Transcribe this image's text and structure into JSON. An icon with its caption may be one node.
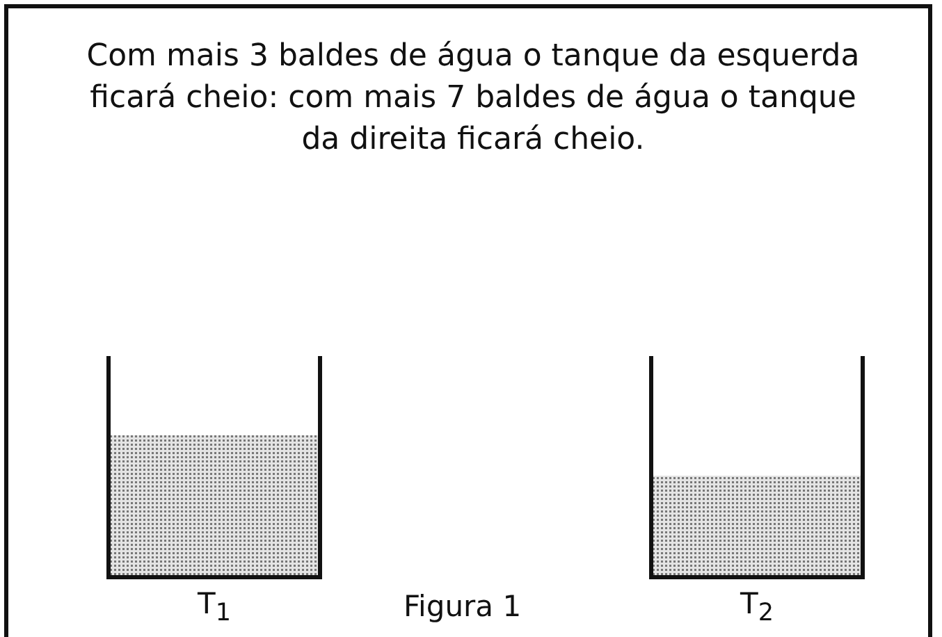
{
  "diagram": {
    "nodes": [
      {
        "text": [
          "T$_{1}$"
        ]
      },
      {
        "text": [
          "T$_{2}$"
        ]
      }
    ],
    "labels": [
      "Com mais 3 baldes de água o tanque da esquerda ficará cheio: com mais 7 baldes de água o tanque da direita ficará cheio.",
      "Figura 1"
    ]
  }
}
